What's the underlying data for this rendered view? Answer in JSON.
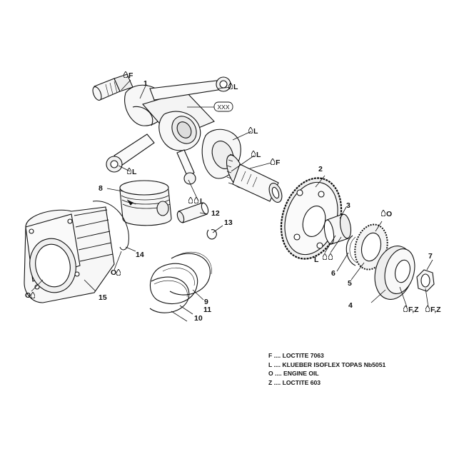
{
  "parts": {
    "p1": "1",
    "p2": "2",
    "p3": "3",
    "p4": "4",
    "p5": "5",
    "p6": "6",
    "p7": "7",
    "p8": "8",
    "p9": "9",
    "p10": "10",
    "p11": "11",
    "p12": "12",
    "p13": "13",
    "p14": "14",
    "p15": "15"
  },
  "lube": {
    "crank_left": "F",
    "conrod_top": "L",
    "crank_mid": "L",
    "crank_journal": "L",
    "crank_right": "F",
    "conrod_left": "L",
    "piston_pin": "L",
    "bearing_l": "L",
    "oil_ring": "O",
    "liner": "O",
    "cylinder": "O",
    "hub": "F,Z",
    "nut": "F,Z"
  },
  "callout_box": "XXX",
  "legend": [
    "F .... LOCTITE 7063",
    "L .... KLUEBER ISOFLEX TOPAS Nb5051",
    "O .... ENGINE OIL",
    "Z .... LOCTITE 603"
  ],
  "colors": {
    "ink": "#111111",
    "paper": "#ffffff",
    "fill": "#f2f2f2"
  }
}
